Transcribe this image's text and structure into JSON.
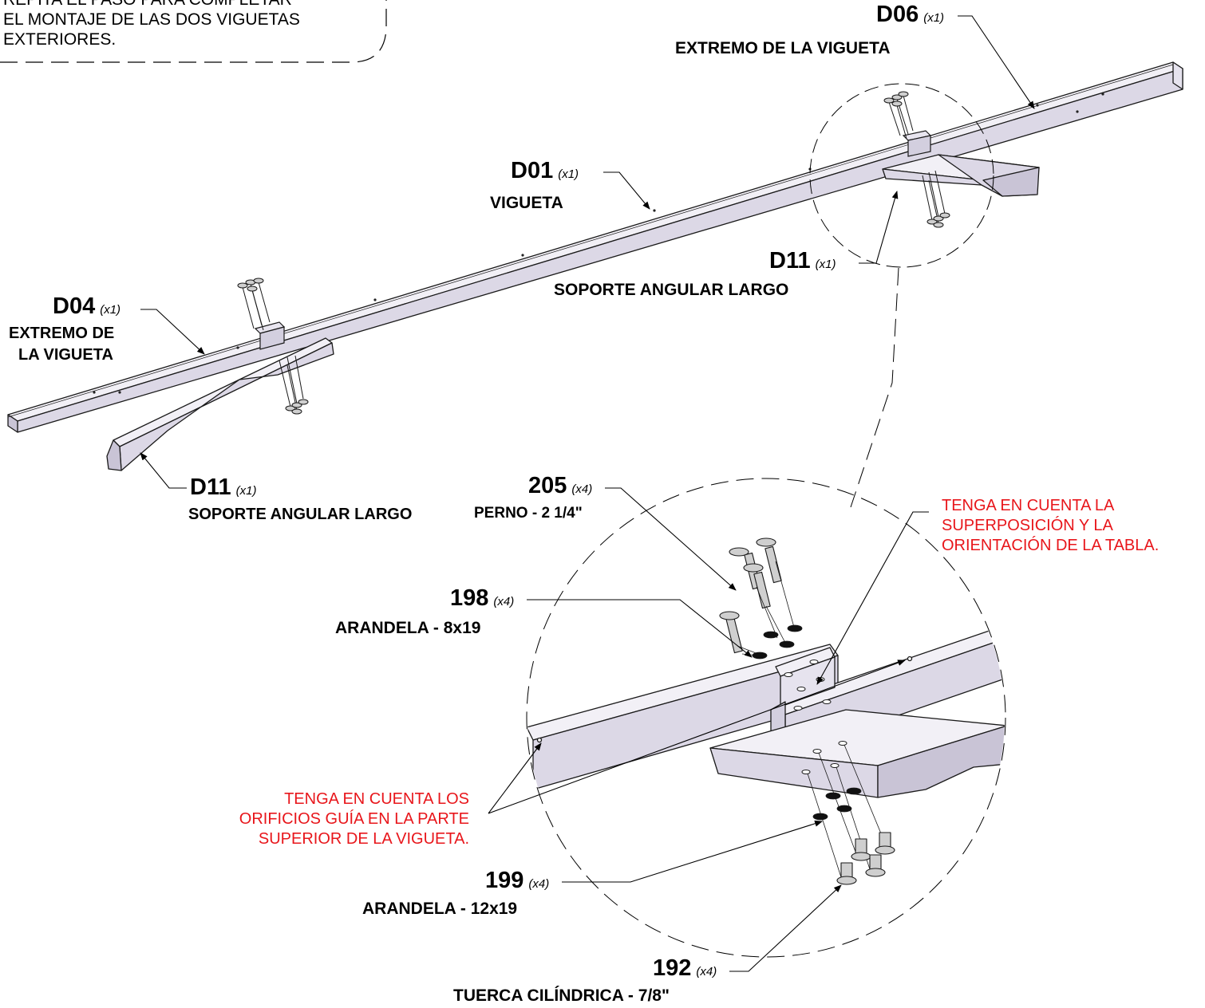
{
  "instruction_note": {
    "lines": [
      "REPITA EL PASO PARA COMPLETAR",
      "EL MONTAJE DE LAS DOS VIGUETAS",
      "EXTERIORES."
    ]
  },
  "parts": {
    "d06": {
      "code": "D06",
      "qty": "(x1)",
      "desc": "EXTREMO DE LA VIGUETA"
    },
    "d01": {
      "code": "D01",
      "qty": "(x1)",
      "desc": "VIGUETA"
    },
    "d11_right": {
      "code": "D11",
      "qty": "(x1)",
      "desc": "SOPORTE ANGULAR LARGO"
    },
    "d04": {
      "code": "D04",
      "qty": "(x1)",
      "desc_lines": [
        "EXTREMO DE",
        "LA VIGUETA"
      ]
    },
    "d11_left": {
      "code": "D11",
      "qty": "(x1)",
      "desc": "SOPORTE ANGULAR LARGO"
    },
    "p205": {
      "code": "205",
      "qty": "(x4)",
      "desc": "PERNO - 2 1/4\""
    },
    "p198": {
      "code": "198",
      "qty": "(x4)",
      "desc": "ARANDELA - 8x19"
    },
    "p199": {
      "code": "199",
      "qty": "(x4)",
      "desc": "ARANDELA - 12x19"
    },
    "p192": {
      "code": "192",
      "qty": "(x4)",
      "desc": "TUERCA CILÍNDRICA - 7/8\""
    }
  },
  "notes": {
    "overlap": {
      "lines": [
        "TENGA EN CUENTA LA",
        "SUPERPOSICIÓN Y LA",
        "ORIENTACIÓN DE LA TABLA."
      ],
      "color": "#e8161b"
    },
    "holes": {
      "lines": [
        "TENGA EN CUENTA LOS",
        "ORIFICIOS GUÍA EN LA PARTE",
        "SUPERIOR DE LA VIGUETA."
      ],
      "color": "#e8161b"
    }
  }
}
